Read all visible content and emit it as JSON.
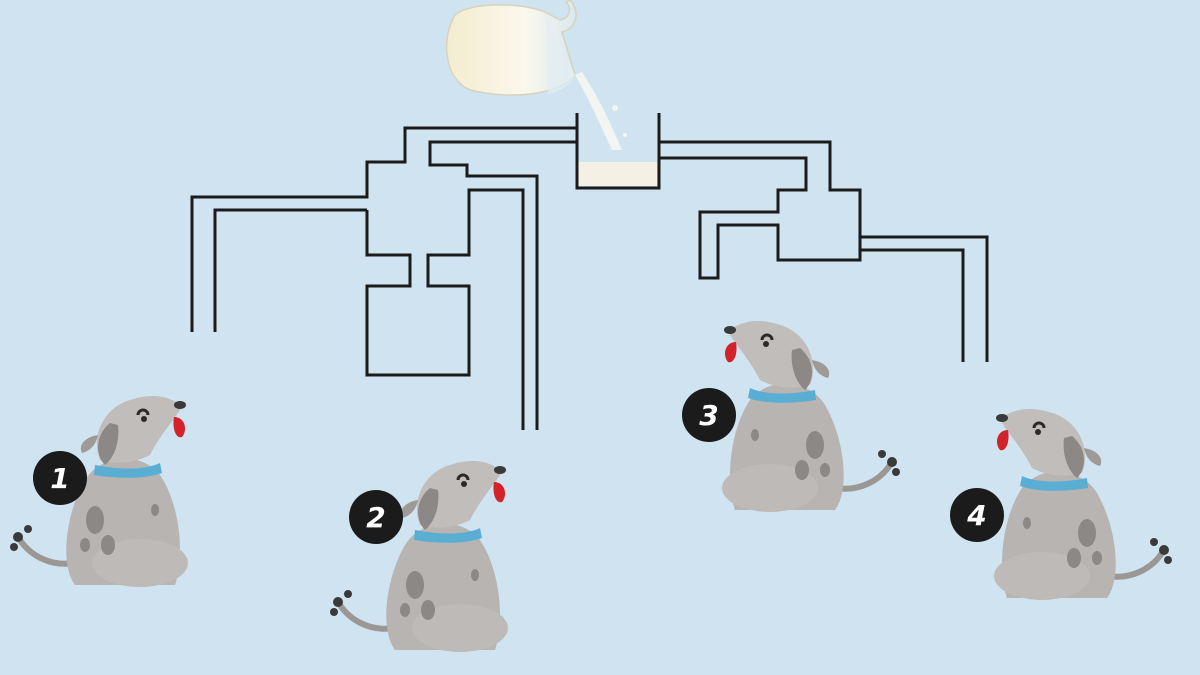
{
  "puzzle": {
    "dogs": [
      {
        "number": "1"
      },
      {
        "number": "2"
      },
      {
        "number": "3"
      },
      {
        "number": "4"
      }
    ],
    "colors": {
      "background": "#cfe4f0",
      "pipe": "#1b1b1b",
      "milk": "#f4f1e4",
      "dog_body": "#b7b4b2",
      "dog_spots": "#8b8886",
      "collar": "#5aaed4",
      "tongue": "#d3232a",
      "badge": "#1b1b1b"
    },
    "icons": {
      "jug": "milk-jug-icon",
      "bowl": "milk-bowl-icon",
      "dog": "dog-icon"
    }
  }
}
